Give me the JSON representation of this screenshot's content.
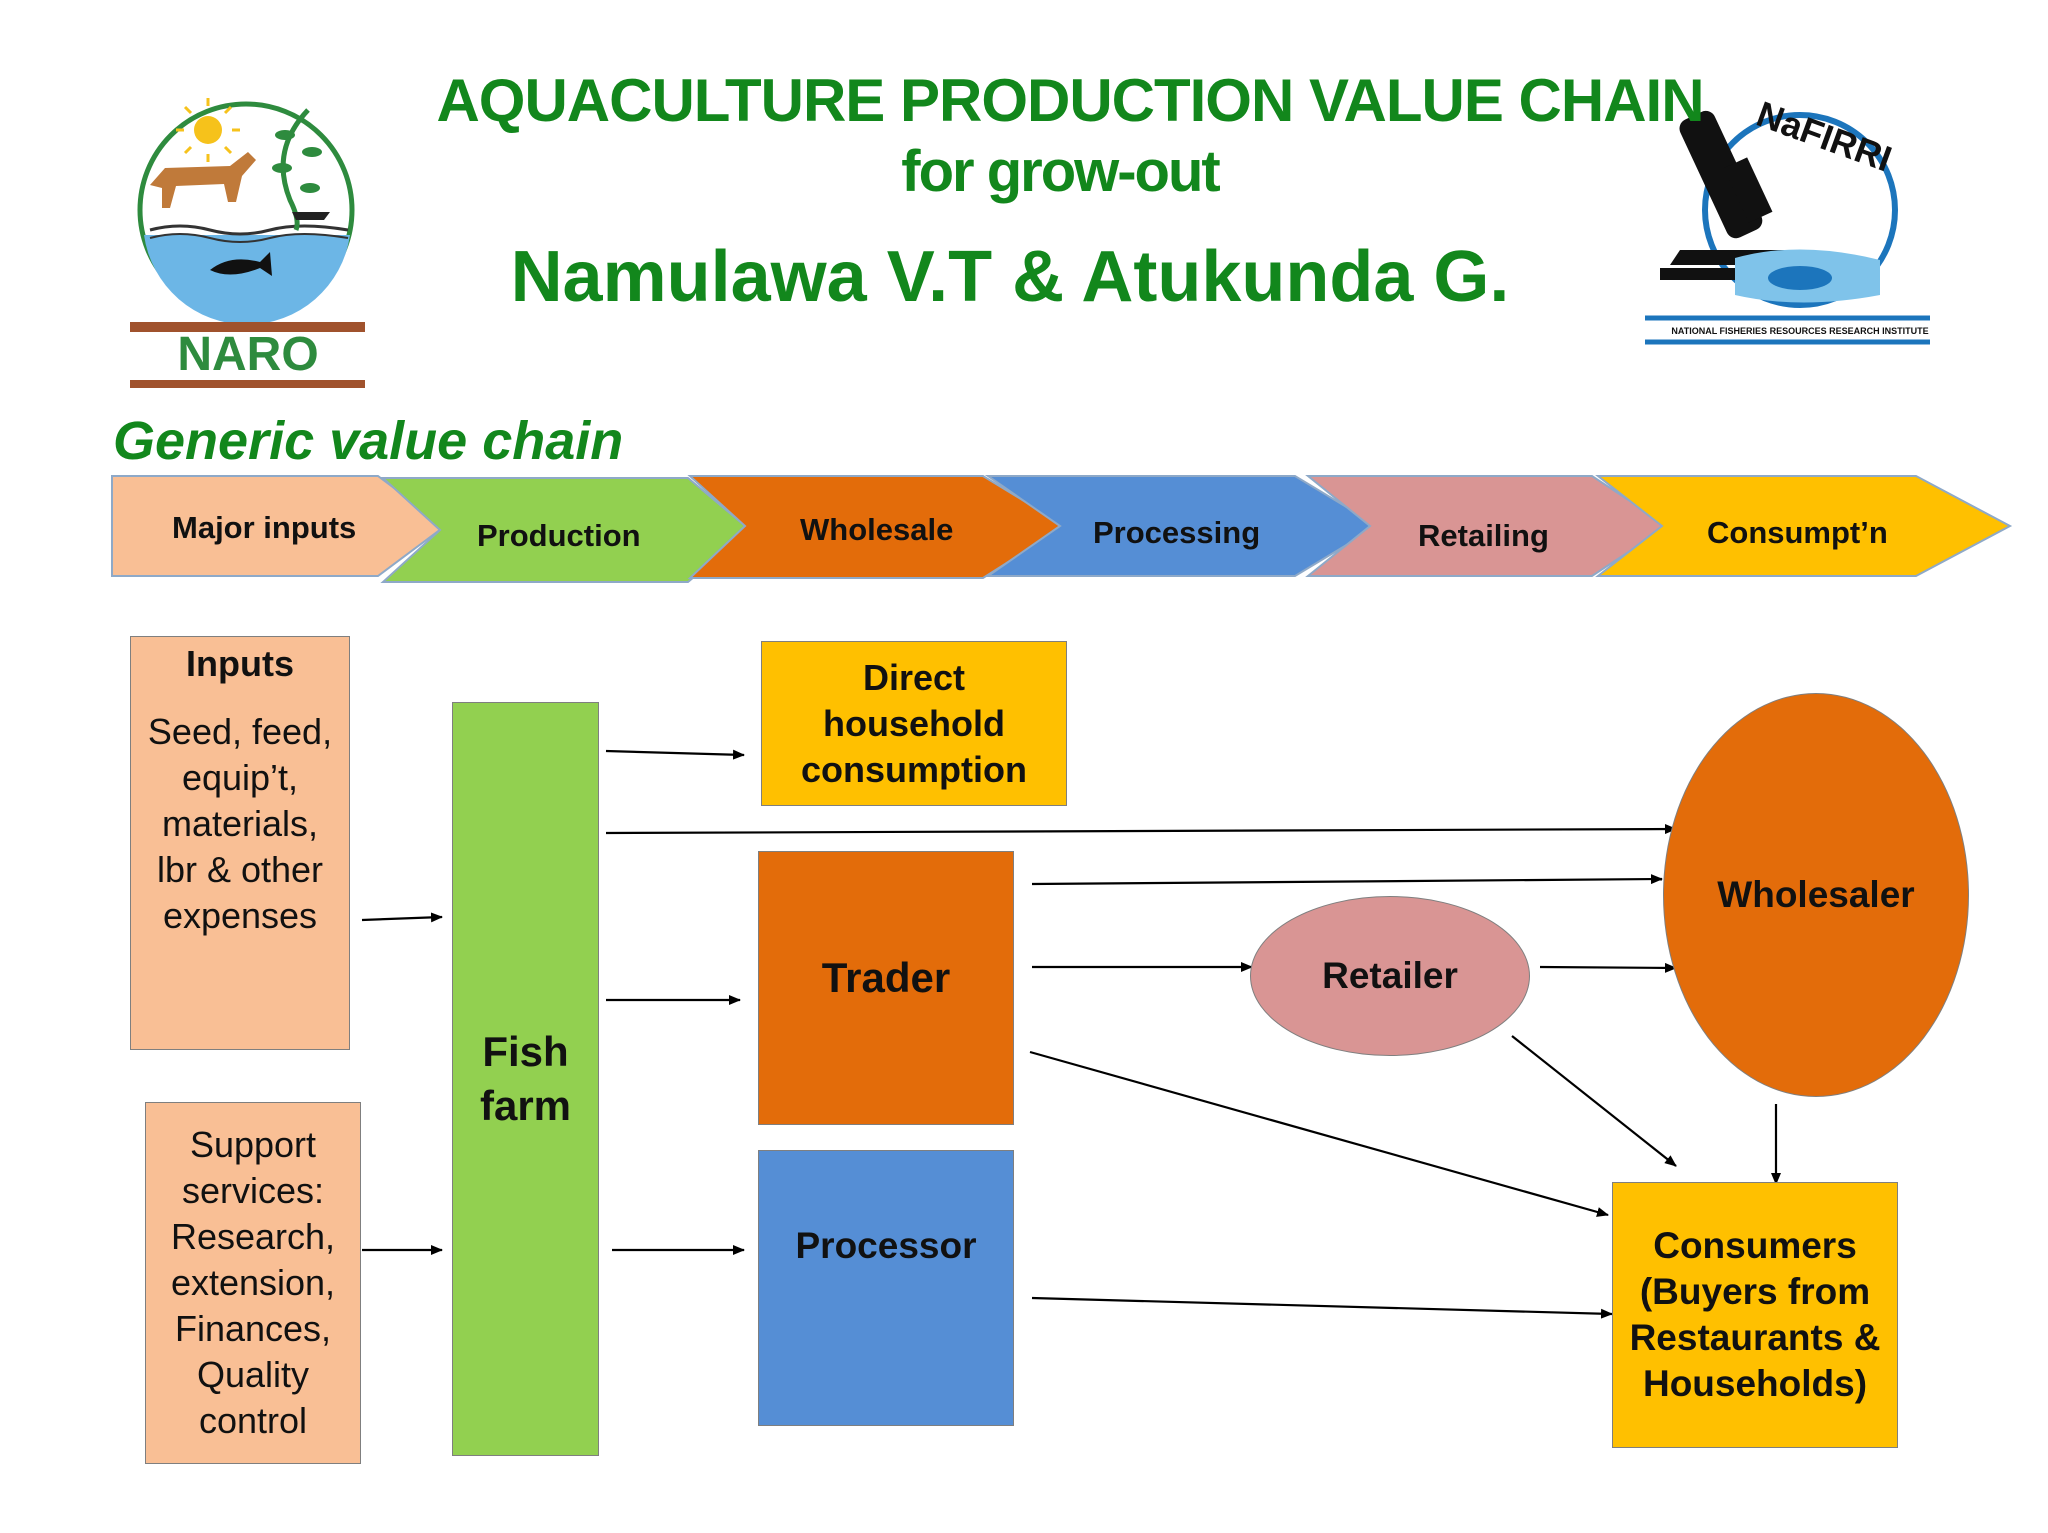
{
  "header": {
    "title_line1": "AQUACULTURE PRODUCTION VALUE CHAIN",
    "title_line2": "for grow-out",
    "authors": "Namulawa V.T & Atukunda G.",
    "naro_logo_text": "NARO",
    "nafirri_logo_text": "NaFIRRI",
    "nafirri_logo_subtext": "NATIONAL FISHERIES RESOURCES RESEARCH INSTITUTE"
  },
  "subtitle": "Generic value chain",
  "stages": [
    {
      "label": "Major inputs",
      "color": "#f9bf95"
    },
    {
      "label": "Production",
      "color": "#92d050"
    },
    {
      "label": "Wholesale",
      "color": "#e36c0a"
    },
    {
      "label": "Processing",
      "color": "#558ed5"
    },
    {
      "label": "Retailing",
      "color": "#d99594"
    },
    {
      "label": "Consumpt’n",
      "color": "#ffc000"
    }
  ],
  "nodes": {
    "inputs": {
      "title": "Inputs",
      "lines": [
        "Seed, feed,",
        "equip’t,",
        "materials,",
        "lbr & other",
        "expenses"
      ]
    },
    "support": {
      "lines": [
        "Support",
        "services:",
        "Research,",
        "extension,",
        "Finances,",
        "Quality",
        "control"
      ]
    },
    "fish_farm": {
      "lines": [
        "Fish",
        "farm"
      ]
    },
    "direct": {
      "lines": [
        "Direct",
        "household",
        "consumption"
      ]
    },
    "trader": {
      "label": "Trader"
    },
    "processor": {
      "label": "Processor"
    },
    "retailer": {
      "label": "Retailer"
    },
    "wholesaler": {
      "label": "Wholesaler"
    },
    "consumers": {
      "lines": [
        "Consumers",
        "(Buyers from",
        "Restaurants &",
        "Households)"
      ]
    }
  },
  "colors": {
    "title_green": "#12871c",
    "inputs": "#f9bf95",
    "fish_farm": "#92d050",
    "direct": "#ffc000",
    "trader": "#e36c0a",
    "processor": "#558ed5",
    "retailer": "#d99594",
    "wholesaler": "#e36c0a",
    "consumers": "#ffc000"
  }
}
